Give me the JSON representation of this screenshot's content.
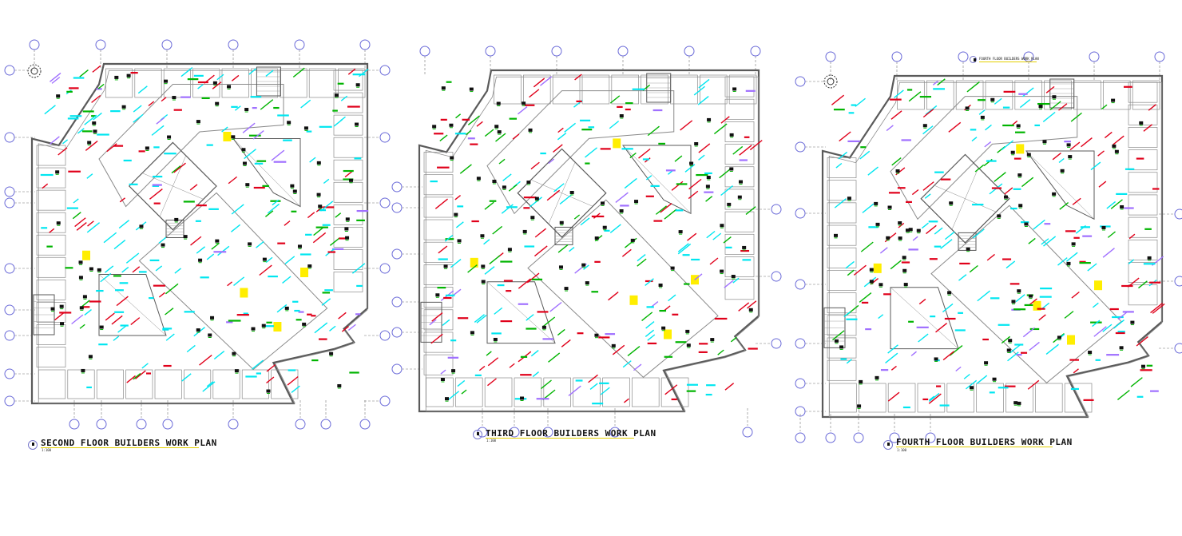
{
  "drawing": {
    "colors": {
      "wall": "#8a8a8a",
      "wall_dark": "#5a5a5a",
      "grid_bubble": "#6a6ad8",
      "grid_line": "#777777",
      "cyan_tag": "#00e6f0",
      "red_tag": "#e0001a",
      "green_tag": "#00b400",
      "yellow_stair": "#ffee00",
      "purple_tag": "#a070ff",
      "title_underline": "#e4d000"
    },
    "plans": [
      {
        "id": "second",
        "title": "SECOND FLOOR BUILDERS WORK PLAN",
        "scale": "1:100"
      },
      {
        "id": "third",
        "title": "THIRD FLOOR BUILDERS WORK PLAN",
        "scale": "1:100"
      },
      {
        "id": "fourth",
        "title": "FOURTH FLOOR BUILDERS WORK PLAN",
        "scale": "1:100",
        "header_note": "FOURTH FLOOR BUILDERS WORK PLAN"
      }
    ]
  }
}
